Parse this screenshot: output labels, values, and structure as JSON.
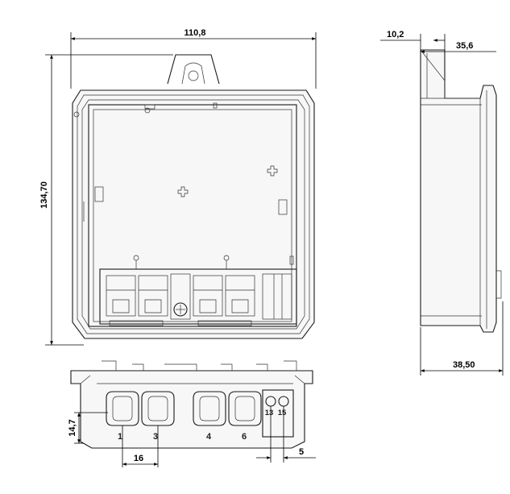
{
  "front_view": {
    "dim_width": "110,8",
    "dim_height": "134,70"
  },
  "side_view": {
    "dim_top_left": "10,2",
    "dim_top_right": "35,6",
    "dim_bottom": "38,50"
  },
  "bottom_view": {
    "dim_height": "14,7",
    "dim_pitch": "16",
    "dim_side": "5",
    "terminal_labels": [
      "1",
      "3",
      "4",
      "6"
    ],
    "aux_labels": [
      "13",
      "15"
    ]
  }
}
